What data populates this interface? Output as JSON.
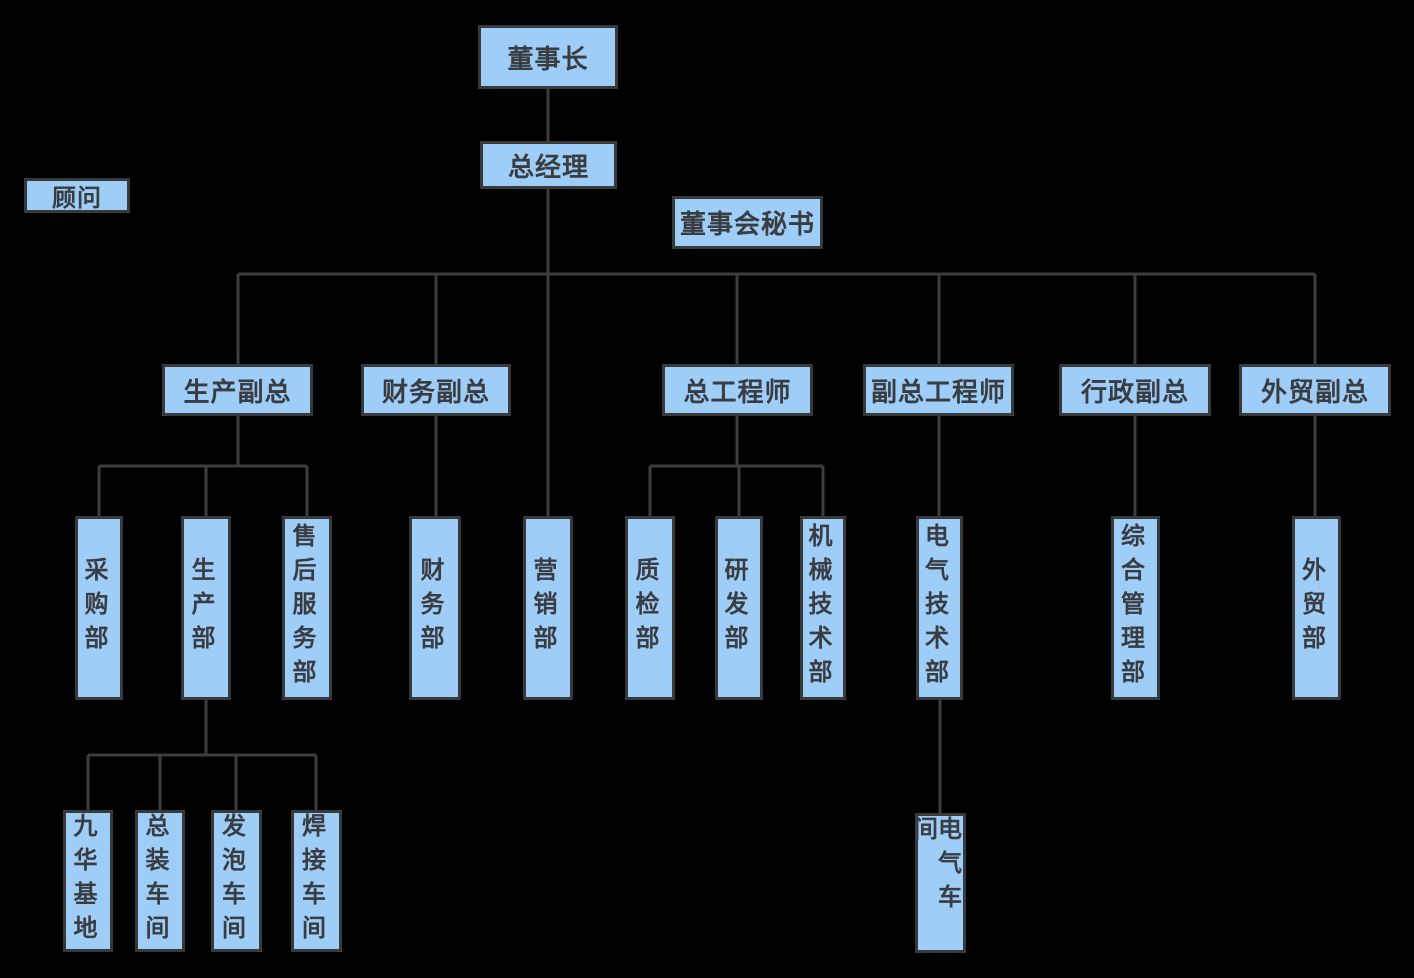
{
  "diagram": {
    "type": "org-chart",
    "canvas_background": "#000000",
    "style": {
      "node_fill": "#9ecdf7",
      "node_border": "#37393b",
      "node_text": "#393c41",
      "connector_color": "#3d3d3d"
    },
    "nodes": {
      "chairman": "董事长",
      "general_manager": "总经理",
      "advisor": "顾问",
      "board_secretary": "董事会秘书",
      "production_vp": "生产副总",
      "finance_vp": "财务副总",
      "chief_engineer": "总工程师",
      "deputy_chief_engineer": "副总工程师",
      "admin_vp": "行政副总",
      "foreign_trade_vp": "外贸副总",
      "purchasing_dept": "采购部",
      "production_dept": "生产部",
      "after_sales_dept": "售后服务部",
      "finance_dept": "财务部",
      "marketing_dept": "营销部",
      "quality_dept": "质检部",
      "rd_dept": "研发部",
      "mechanical_tech_dept": "机械技术部",
      "electrical_tech_dept": "电气技术部",
      "general_mgmt_dept": "综合管理部",
      "foreign_trade_dept": "外贸部",
      "jiuhua_base": "九华基地",
      "assembly_workshop": "总装车间",
      "foaming_workshop": "发泡车间",
      "welding_workshop": "焊接车间",
      "electrical_workshop": "电气车间"
    },
    "hierarchy": {
      "chairman": [
        "general_manager"
      ],
      "general_manager": [
        "production_vp",
        "finance_vp",
        "marketing_dept",
        "chief_engineer",
        "deputy_chief_engineer",
        "admin_vp",
        "foreign_trade_vp"
      ],
      "production_vp": [
        "purchasing_dept",
        "production_dept",
        "after_sales_dept"
      ],
      "finance_vp": [
        "finance_dept"
      ],
      "chief_engineer": [
        "quality_dept",
        "rd_dept",
        "mechanical_tech_dept"
      ],
      "deputy_chief_engineer": [
        "electrical_tech_dept"
      ],
      "admin_vp": [
        "general_mgmt_dept"
      ],
      "foreign_trade_vp": [
        "foreign_trade_dept"
      ],
      "production_dept": [
        "jiuhua_base",
        "assembly_workshop",
        "foaming_workshop",
        "welding_workshop"
      ],
      "electrical_tech_dept": [
        "electrical_workshop"
      ],
      "floating_nodes": [
        "advisor",
        "board_secretary"
      ]
    }
  }
}
